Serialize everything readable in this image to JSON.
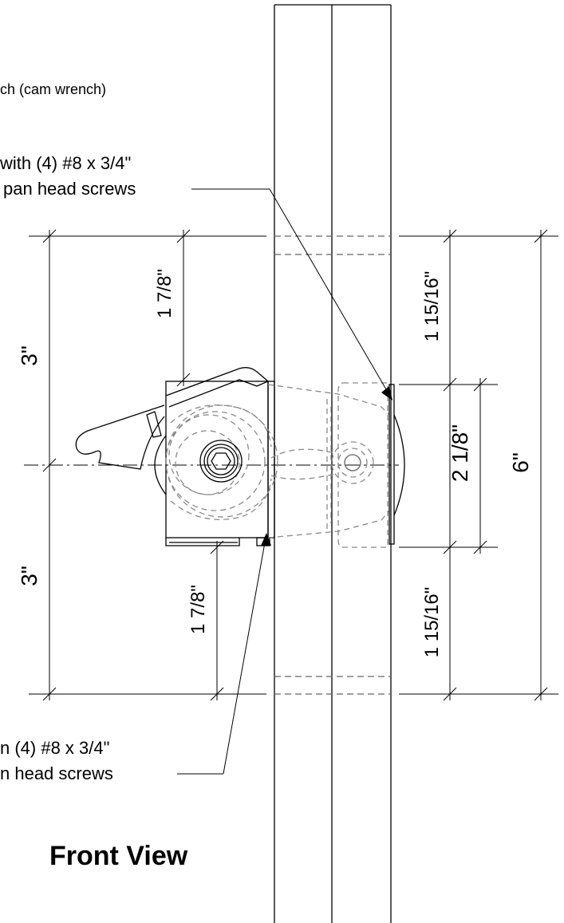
{
  "labels": {
    "tool_note": "ch (cam wrench)",
    "callout_upper_line1": "with (4) #8 x 3/4\"",
    "callout_upper_line2": "pan head screws",
    "callout_lower_line1": "n (4) #8 x 3/4\"",
    "callout_lower_line2": "n head screws",
    "title": "Front View"
  },
  "dimensions": {
    "left_upper": "3\"",
    "left_lower": "3\"",
    "inner_upper": "1 7/8\"",
    "inner_lower": "1 7/8\"",
    "right_upper": "1 15/16\"",
    "right_middle": "2 1/8\"",
    "right_lower": "1 15/16\"",
    "overall": "6\""
  }
}
